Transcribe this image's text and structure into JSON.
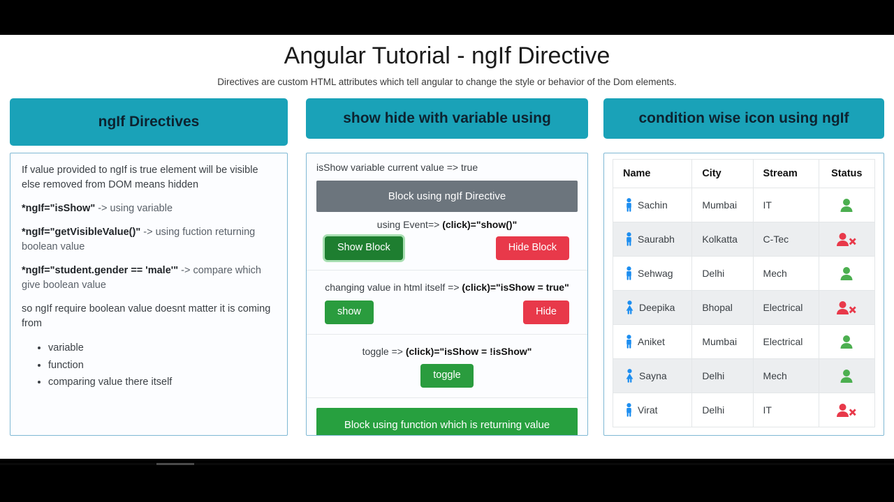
{
  "header": {
    "title": "Angular Tutorial - ngIf Directive",
    "subtitle": "Directives are custom HTML attributes which tell angular to change the style or behavior of the Dom elements."
  },
  "panels": {
    "left": {
      "heading": "ngIf Directives",
      "paragraphs": [
        {
          "id": "p1",
          "plain": "If value provided to ngIf is true element will be visible else removed from DOM means hidden"
        },
        {
          "id": "p2",
          "code": "*ngIf=\"isShow\"",
          "rest": " -> using variable"
        },
        {
          "id": "p3",
          "code": "*ngIf=\"getVisibleValue()\"",
          "rest": " -> using fuction returning boolean value"
        },
        {
          "id": "p4",
          "code": "*ngIf=\"student.gender == 'male'\"",
          "rest": " -> compare which give boolean value"
        },
        {
          "id": "p5",
          "plain": "so ngIf require boolean value doesnt matter it is coming from"
        }
      ],
      "bullets": [
        "variable",
        "function",
        "comparing value there itself"
      ]
    },
    "middle": {
      "heading": "show hide with variable using",
      "status_line": "isShow variable current value => true",
      "gray_block_label": "Block using ngIf Directive",
      "event_note_prefix": "using Event=> ",
      "event_note_code": "(click)=\"show()\"",
      "show_block_label": "Show Block",
      "hide_block_label": "Hide Block",
      "html_note_prefix": "changing value in html itself => ",
      "html_note_code": "(click)=\"isShow = true\"",
      "show_label": "show",
      "hide_label": "Hide",
      "toggle_note_prefix": "toggle => ",
      "toggle_note_code": "(click)=\"isShow = !isShow\"",
      "toggle_label": "toggle",
      "green_block_label": "Block using function which is returning value"
    },
    "right": {
      "heading": "condition wise icon using ngIf",
      "table": {
        "columns": [
          "Name",
          "City",
          "Stream",
          "Status"
        ],
        "rows": [
          {
            "name": "Sachin",
            "city": "Mumbai",
            "stream": "IT",
            "gender": "male",
            "status": "active"
          },
          {
            "name": "Saurabh",
            "city": "Kolkatta",
            "stream": "C-Tec",
            "gender": "male",
            "status": "inactive"
          },
          {
            "name": "Sehwag",
            "city": "Delhi",
            "stream": "Mech",
            "gender": "male",
            "status": "active"
          },
          {
            "name": "Deepika",
            "city": "Bhopal",
            "stream": "Electrical",
            "gender": "female",
            "status": "inactive"
          },
          {
            "name": "Aniket",
            "city": "Mumbai",
            "stream": "Electrical",
            "gender": "male",
            "status": "active"
          },
          {
            "name": "Sayna",
            "city": "Delhi",
            "stream": "Mech",
            "gender": "female",
            "status": "active"
          },
          {
            "name": "Virat",
            "city": "Delhi",
            "stream": "IT",
            "gender": "male",
            "status": "inactive"
          }
        ]
      }
    }
  },
  "icons": {
    "male": "male-icon",
    "female": "female-icon",
    "active": "user-active-icon",
    "inactive": "user-times-icon"
  },
  "colors": {
    "panel_header": "#1aa2b8",
    "green": "#2a9c3e",
    "green_dark": "#1e7e30",
    "red": "#e8394a",
    "gray_block": "#6c757d",
    "gender_blue": "#1d8ef0",
    "status_active_green": "#4caf50",
    "status_inactive_red": "#e8394a"
  }
}
